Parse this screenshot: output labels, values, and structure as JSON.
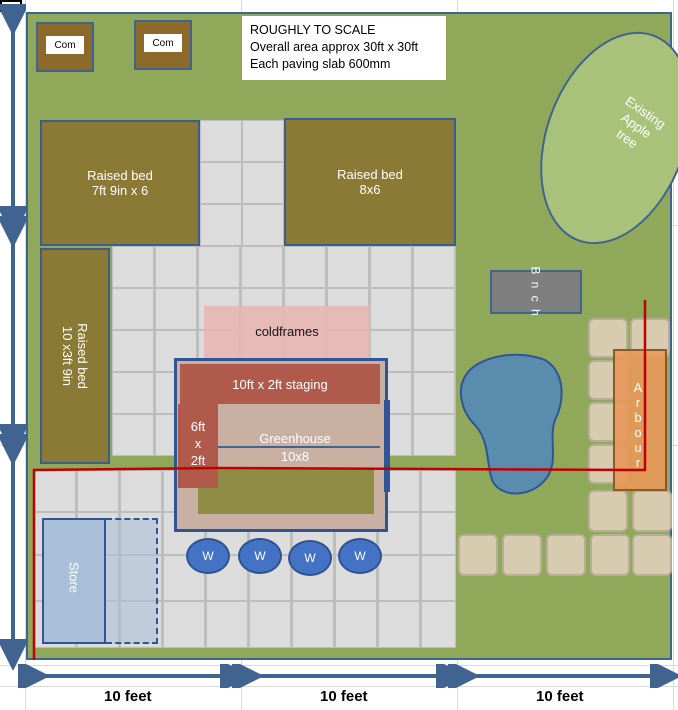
{
  "note": {
    "line1": "ROUGHLY TO SCALE",
    "line2": "Overall area approx 30ft x 30ft",
    "line3": "Each paving slab 600mm"
  },
  "compost": [
    "Com",
    "Com"
  ],
  "raised_beds": [
    {
      "line1": "Raised bed",
      "line2": "7ft 9in x 6"
    },
    {
      "line1": "Raised bed",
      "line2": "8x6"
    },
    {
      "line1": "Raised bed",
      "line2": "10 x3ft 9in"
    }
  ],
  "apple_tree": {
    "line1": "Existing",
    "line2": "Apple",
    "line3": "tree"
  },
  "bench": "B n c h",
  "coldframes": "coldframes",
  "staging": "10ft x 2ft staging",
  "staging_small": {
    "line1": "6ft",
    "line2": "x",
    "line3": "2ft"
  },
  "greenhouse": {
    "line1": "Greenhouse",
    "line2": "10x8"
  },
  "arbour": "A r b o u r",
  "store": "Store",
  "water_butts": [
    "W",
    "W",
    "W",
    "W"
  ],
  "dimensions": [
    "10 feet",
    "10 feet",
    "10 feet"
  ],
  "colors": {
    "grass": "#8fa85a",
    "border": "#41638f",
    "bed": "#8b7a35",
    "pond": "#5a8cad",
    "arbour": "#e9985a",
    "pipe": "#c00000"
  }
}
